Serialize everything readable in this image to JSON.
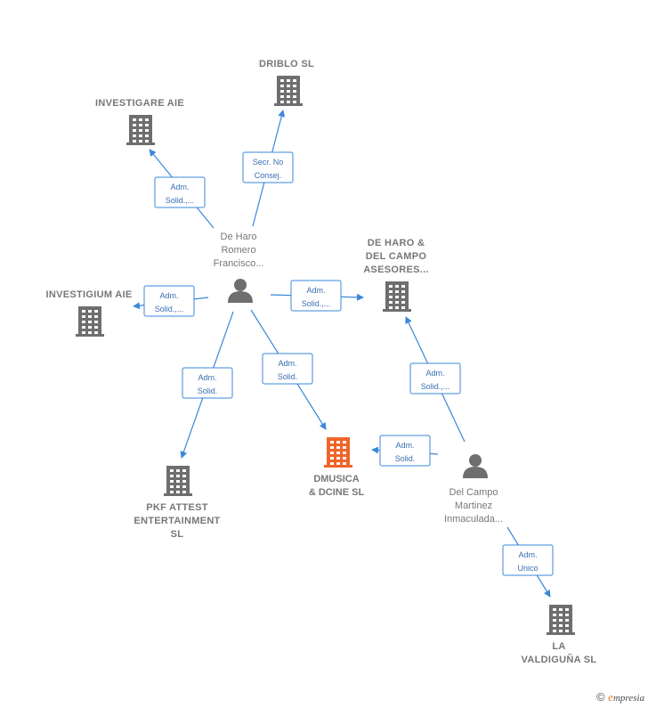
{
  "nodes": [
    {
      "id": "driblo",
      "type": "company",
      "lines": [
        "DRIBLO SL"
      ]
    },
    {
      "id": "investigare",
      "type": "company",
      "lines": [
        "INVESTIGARE AIE"
      ]
    },
    {
      "id": "deharo_person",
      "type": "person",
      "lines": [
        "De Haro",
        "Romero",
        "Francisco..."
      ]
    },
    {
      "id": "deharo_asesores",
      "type": "company",
      "lines": [
        "DE HARO &",
        "DEL CAMPO",
        "ASESORES..."
      ]
    },
    {
      "id": "investigium",
      "type": "company",
      "lines": [
        "INVESTIGIUM AIE"
      ]
    },
    {
      "id": "dmusica",
      "type": "focus",
      "lines": [
        "DMUSICA",
        "& DCINE  SL"
      ]
    },
    {
      "id": "pkf",
      "type": "company",
      "lines": [
        "PKF ATTEST",
        "ENTERTAINMENT",
        "SL"
      ]
    },
    {
      "id": "delcampo_person",
      "type": "person",
      "lines": [
        "Del Campo",
        "Martinez",
        "Inmaculada..."
      ]
    },
    {
      "id": "valdiguna",
      "type": "company",
      "lines": [
        "LA",
        "VALDIGUÑA SL"
      ]
    }
  ],
  "edges": [
    {
      "from": "deharo_person",
      "to": "driblo",
      "label": [
        "Secr.  No",
        "Consej."
      ]
    },
    {
      "from": "deharo_person",
      "to": "investigare",
      "label": [
        "Adm.",
        "Solid.,..."
      ]
    },
    {
      "from": "deharo_person",
      "to": "investigium",
      "label": [
        "Adm.",
        "Solid.,..."
      ]
    },
    {
      "from": "deharo_person",
      "to": "deharo_asesores",
      "label": [
        "Adm.",
        "Solid.,..."
      ]
    },
    {
      "from": "deharo_person",
      "to": "pkf",
      "label": [
        "Adm.",
        "Solid."
      ]
    },
    {
      "from": "deharo_person",
      "to": "dmusica",
      "label": [
        "Adm.",
        "Solid."
      ]
    },
    {
      "from": "delcampo_person",
      "to": "deharo_asesores",
      "label": [
        "Adm.",
        "Solid.,..."
      ]
    },
    {
      "from": "delcampo_person",
      "to": "dmusica",
      "label": [
        "Adm.",
        "Solid."
      ]
    },
    {
      "from": "delcampo_person",
      "to": "valdiguna",
      "label": [
        "Adm.",
        "Unico"
      ]
    }
  ],
  "colors": {
    "edge": "#3a87d8",
    "company_icon": "#6e6e6e",
    "focus_icon": "#f0642a",
    "person_icon": "#6e6e6e"
  },
  "footer": {
    "copyright": "©",
    "brand_initial": "e",
    "brand_rest": "mpresia"
  }
}
